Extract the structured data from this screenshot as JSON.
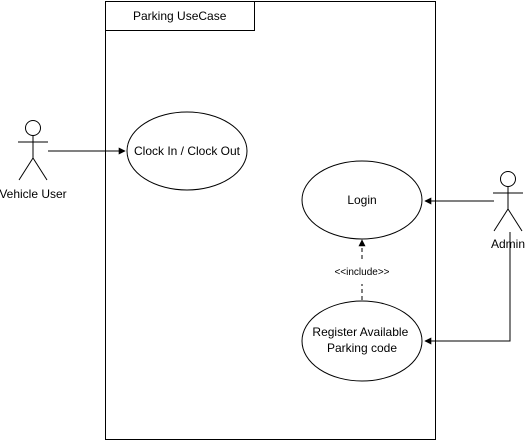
{
  "diagram": {
    "type": "UML use case diagram",
    "system": {
      "title": "Parking UseCase"
    },
    "actors": [
      {
        "id": "vehicle_user",
        "label": "Vehicle User"
      },
      {
        "id": "admin",
        "label": "Admin"
      }
    ],
    "use_cases": [
      {
        "id": "clock",
        "label": "Clock In / Clock Out"
      },
      {
        "id": "login",
        "label": "Login"
      },
      {
        "id": "register",
        "label_line1": "Register Available",
        "label_line2": "Parking code"
      }
    ],
    "relations": [
      {
        "from": "vehicle_user",
        "to": "clock",
        "kind": "association"
      },
      {
        "from": "admin",
        "to": "login",
        "kind": "association"
      },
      {
        "from": "admin",
        "to": "register",
        "kind": "association"
      },
      {
        "from": "register",
        "to": "login",
        "kind": "include",
        "label": "<<include>>"
      }
    ],
    "colors": {
      "stroke": "#000000",
      "fill": "#ffffff"
    }
  }
}
